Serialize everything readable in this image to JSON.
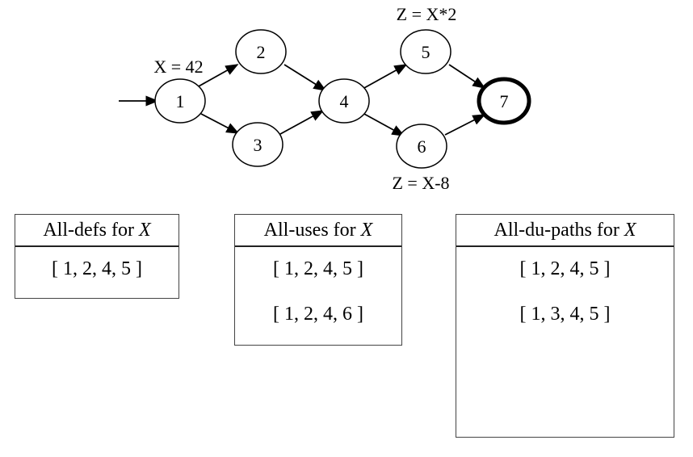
{
  "graph": {
    "nodes": [
      "1",
      "2",
      "3",
      "4",
      "5",
      "6",
      "7"
    ],
    "edges": [
      [
        "1",
        "2"
      ],
      [
        "1",
        "3"
      ],
      [
        "2",
        "4"
      ],
      [
        "3",
        "4"
      ],
      [
        "4",
        "5"
      ],
      [
        "4",
        "6"
      ],
      [
        "5",
        "7"
      ],
      [
        "6",
        "7"
      ]
    ],
    "entry_node": "1",
    "exit_node": "7",
    "annotations": {
      "node1": "X = 42",
      "node5": "Z = X*2",
      "node6": "Z = X-8"
    }
  },
  "coverage": [
    {
      "title": "All-defs for",
      "variable": "X",
      "paths": [
        "[ 1, 2, 4, 5 ]"
      ]
    },
    {
      "title": "All-uses for",
      "variable": "X",
      "paths": [
        "[ 1, 2, 4, 5 ]",
        "[ 1, 2, 4, 6 ]"
      ]
    },
    {
      "title": "All-du-paths for",
      "variable": "X",
      "paths": [
        "[ 1, 2, 4, 5 ]",
        "[ 1, 3, 4, 5 ]"
      ]
    }
  ]
}
